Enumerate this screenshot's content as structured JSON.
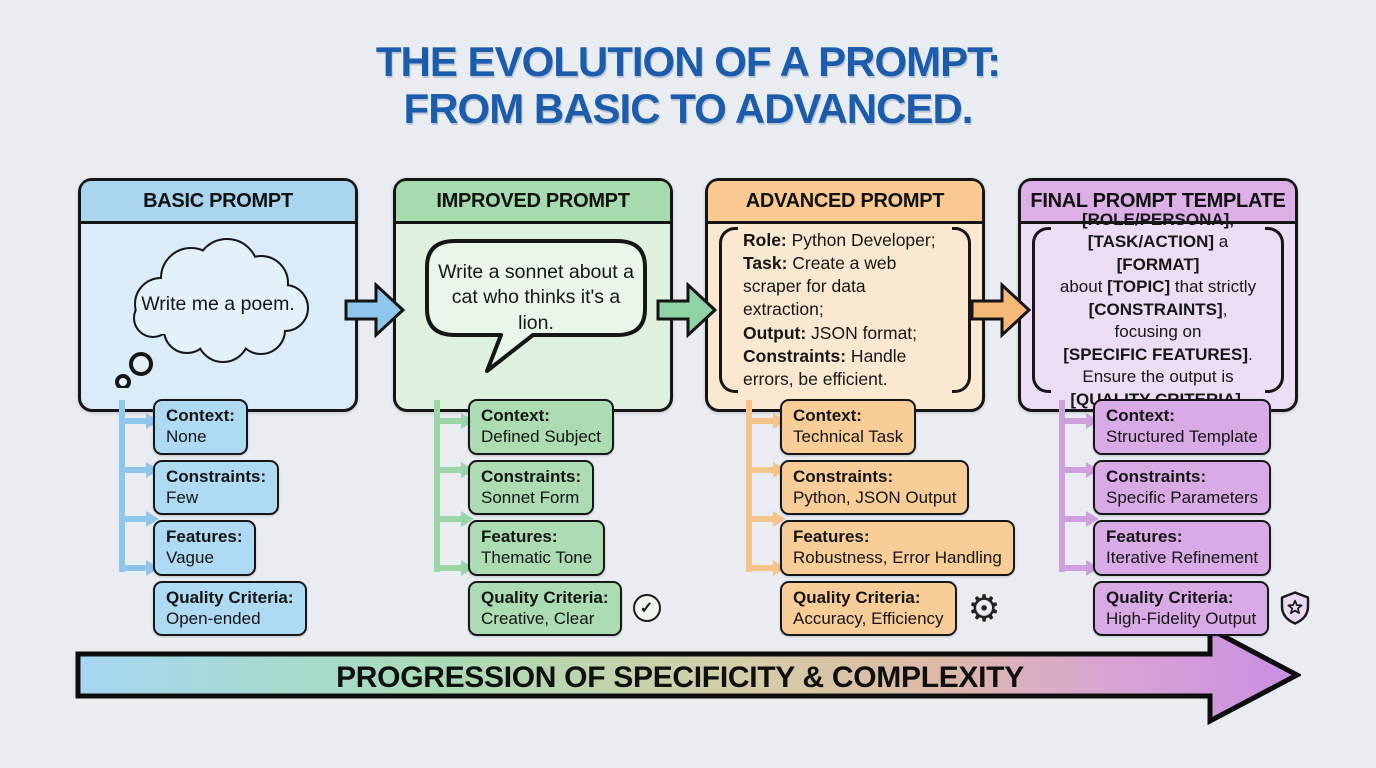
{
  "title": {
    "line1": "THE EVOLUTION OF A PROMPT:",
    "line2": "FROM BASIC TO ADVANCED.",
    "color": "#1b5cad"
  },
  "stages": [
    {
      "header": "BASIC PROMPT",
      "bubble": "thought-cloud",
      "content": "Write me a poem.",
      "theme": {
        "header_bg": "#a9d5ef",
        "body_bg": "#d9ecf7",
        "tag_bg": "#aedaf3",
        "accent": "#8ec6ec"
      },
      "tags": [
        {
          "label": "Context:",
          "value": "None"
        },
        {
          "label": "Constraints:",
          "value": "Few"
        },
        {
          "label": "Features:",
          "value": "Vague"
        },
        {
          "label": "Quality Criteria:",
          "value": "Open-ended"
        }
      ]
    },
    {
      "header": "IMPROVED PROMPT",
      "bubble": "speech-bubble",
      "content": "Write a sonnet about a cat who thinks it's a lion.",
      "theme": {
        "header_bg": "#a6dbae",
        "body_bg": "#def1df",
        "tag_bg": "#abdcb2",
        "accent": "#9ad6a8"
      },
      "tags": [
        {
          "label": "Context:",
          "value": "Defined Subject"
        },
        {
          "label": "Constraints:",
          "value": "Sonnet Form"
        },
        {
          "label": "Features:",
          "value": "Thematic Tone"
        },
        {
          "label": "Quality Criteria:",
          "value": "Creative, Clear",
          "icon": "check-icon"
        }
      ]
    },
    {
      "header": "ADVANCED PROMPT",
      "bubble": "bracket-block",
      "content_segments": [
        {
          "text": "Role:",
          "bold": true
        },
        {
          "text": " Python Developer;\n"
        },
        {
          "text": "Task:",
          "bold": true
        },
        {
          "text": " Create a web scraper for data extraction;\n"
        },
        {
          "text": "Output:",
          "bold": true
        },
        {
          "text": " JSON format;\n"
        },
        {
          "text": "Constraints:",
          "bold": true
        },
        {
          "text": " Handle errors, be efficient."
        }
      ],
      "theme": {
        "header_bg": "#f8c991",
        "body_bg": "#fae8d1",
        "tag_bg": "#f9cd97",
        "accent": "#f6c48a"
      },
      "tags": [
        {
          "label": "Context:",
          "value": "Technical Task"
        },
        {
          "label": "Constraints:",
          "value": "Python, JSON Output"
        },
        {
          "label": "Features:",
          "value": "Robustness, Error Handling"
        },
        {
          "label": "Quality Criteria:",
          "value": "Accuracy, Efficiency",
          "icon": "gear-icon"
        }
      ]
    },
    {
      "header": "FINAL PROMPT TEMPLATE",
      "bubble": "bracket-block",
      "content_segments": [
        {
          "text": "[ROLE/PERSONA],",
          "bold": true
        },
        {
          "text": "\n"
        },
        {
          "text": "[TASK/ACTION]",
          "bold": true
        },
        {
          "text": " a "
        },
        {
          "text": "[FORMAT]",
          "bold": true
        },
        {
          "text": "\nabout "
        },
        {
          "text": "[TOPIC]",
          "bold": true
        },
        {
          "text": " that strictly\n"
        },
        {
          "text": "[CONSTRAINTS]",
          "bold": true
        },
        {
          "text": ", focusing on\n"
        },
        {
          "text": "[SPECIFIC FEATURES]",
          "bold": true
        },
        {
          "text": ".\nEnsure the output is\n"
        },
        {
          "text": "[QUALITY CRITERIA]",
          "bold": true
        },
        {
          "text": "."
        }
      ],
      "theme": {
        "header_bg": "#dcb0e6",
        "body_bg": "#ecdcf4",
        "tag_bg": "#d9abe6",
        "accent": "#cfa0de"
      },
      "tags": [
        {
          "label": "Context:",
          "value": "Structured Template"
        },
        {
          "label": "Constraints:",
          "value": "Specific Parameters"
        },
        {
          "label": "Features:",
          "value": "Iterative Refinement"
        },
        {
          "label": "Quality Criteria:",
          "value": "High-Fidelity Output",
          "icon": "shield-star-icon"
        }
      ]
    }
  ],
  "flow_arrow_icon": "right-arrow-icon",
  "footer_arrow": {
    "label": "PROGRESSION OF SPECIFICITY & COMPLEXITY",
    "gradient": [
      "#a6d7f2",
      "#a9dcb4",
      "#d5cda7",
      "#ddbaa6",
      "#d8a4d4",
      "#c98fe4"
    ]
  }
}
